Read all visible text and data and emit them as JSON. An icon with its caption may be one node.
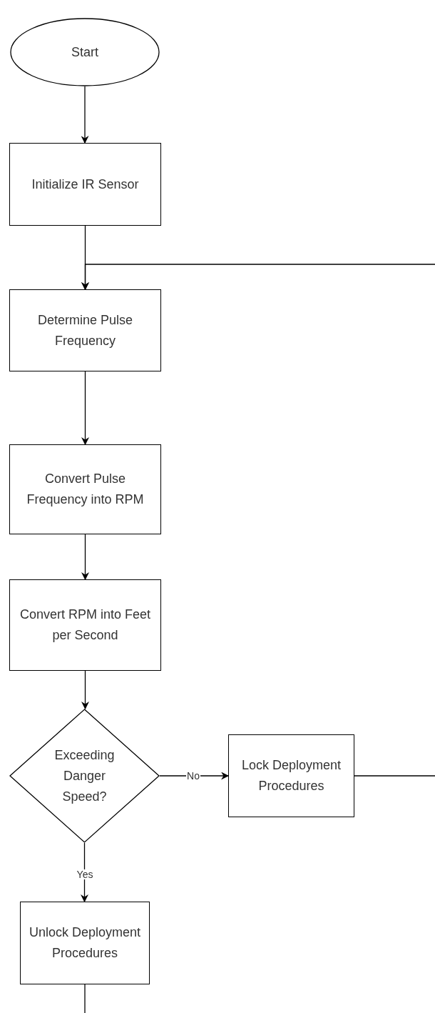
{
  "diagram": {
    "nodes": [
      {
        "text": [
          "Start"
        ]
      },
      {
        "text": [
          "Initialize IR Sensor"
        ]
      },
      {
        "text": [
          "Determine Pulse Frequency"
        ]
      },
      {
        "text": [
          "Convert Pulse Frequency into RPM"
        ]
      },
      {
        "text": [
          "Convert RPM into Feet per Second"
        ]
      },
      {
        "text": [
          "Exceeding Danger Speed?"
        ]
      },
      {
        "text": [
          "Lock Deployment Procedures"
        ]
      },
      {
        "text": [
          "Unlock Deployment Procedures"
        ]
      }
    ],
    "edges": [
      {
        "from": 0,
        "to": 1,
        "arrow": "to"
      },
      {
        "from": 1,
        "to": 2,
        "arrow": "to"
      },
      {
        "from": 2,
        "to": 3,
        "arrow": "to"
      },
      {
        "from": 3,
        "to": 4,
        "arrow": "to"
      },
      {
        "from": 4,
        "to": 5,
        "arrow": "to"
      },
      {
        "from": 5,
        "to": 6,
        "arrow": "to",
        "label": "No"
      },
      {
        "from": 5,
        "to": 7,
        "arrow": "to",
        "label": "Yes"
      },
      {
        "from": 6,
        "to": null,
        "arrow": "none"
      },
      {
        "from": null,
        "to": 2,
        "arrow": "to"
      },
      {
        "from": 7,
        "to": null,
        "arrow": "none"
      }
    ]
  }
}
